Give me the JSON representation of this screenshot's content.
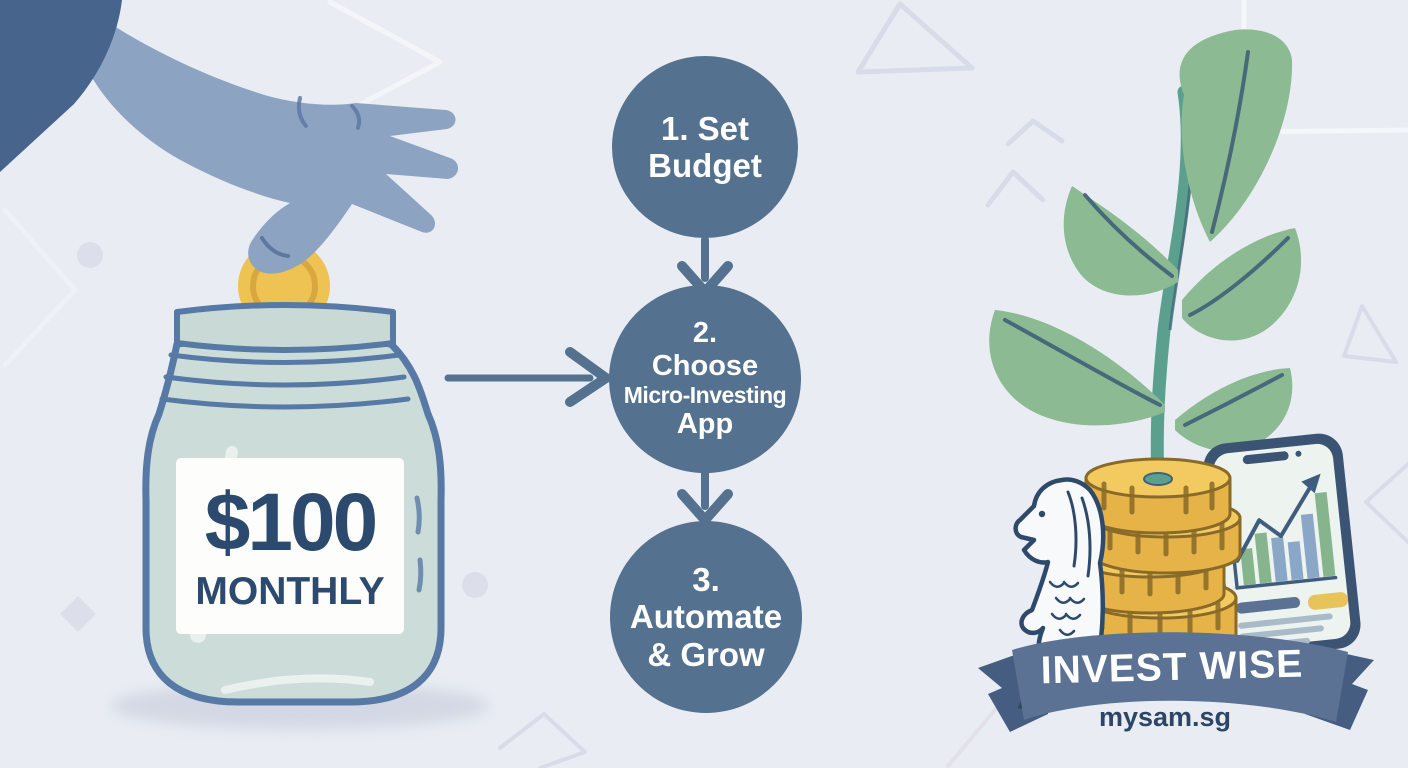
{
  "jar": {
    "amount": "$100",
    "period": "MONTHLY"
  },
  "steps": [
    {
      "lines": [
        "1. Set",
        "Budget"
      ]
    },
    {
      "lines": [
        "2.",
        "Choose",
        "Micro-Investing",
        "App"
      ]
    },
    {
      "lines": [
        "3.",
        "Automate",
        "& Grow"
      ]
    }
  ],
  "banner": {
    "title": "INVEST WISE",
    "site": "mysam.sg"
  },
  "colors": {
    "background": "#e9edf3",
    "step_circle": "#54718f",
    "step_text": "#ffffff",
    "arrow": "#54718f",
    "jar_glass": "#ccdcd8",
    "jar_outline": "#567aa5",
    "label_background": "#fdfdfb",
    "label_text": "#2c4a6e",
    "coin_gold": "#eec353",
    "coin_ring": "#d9a73f",
    "coin_stack": "#e5b348",
    "leaf_green": "#8cba93",
    "stem_green": "#5ba08e",
    "leaf_vein": "#3f6277",
    "hand_skin": "#8da3c2",
    "sleeve_navy": "#47648c",
    "banner_blue": "#5b7294",
    "banner_fold": "#415877",
    "banner_text": "#ffffff",
    "site_text": "#2e4665",
    "phone_frame": "#3b5474",
    "chart_bar_green": "#86b48d",
    "chart_bar_blue": "#8aa7c8",
    "merlion_outline": "#2e4a6b",
    "decorative_shape": "#d8dce8"
  },
  "icons": [
    "hand-coin-illustration",
    "savings-jar-illustration",
    "arrow-right-icon",
    "arrow-down-icon",
    "plant-growth-illustration",
    "coin-stack-icon",
    "merlion-icon",
    "phone-chart-icon",
    "ribbon-banner"
  ]
}
